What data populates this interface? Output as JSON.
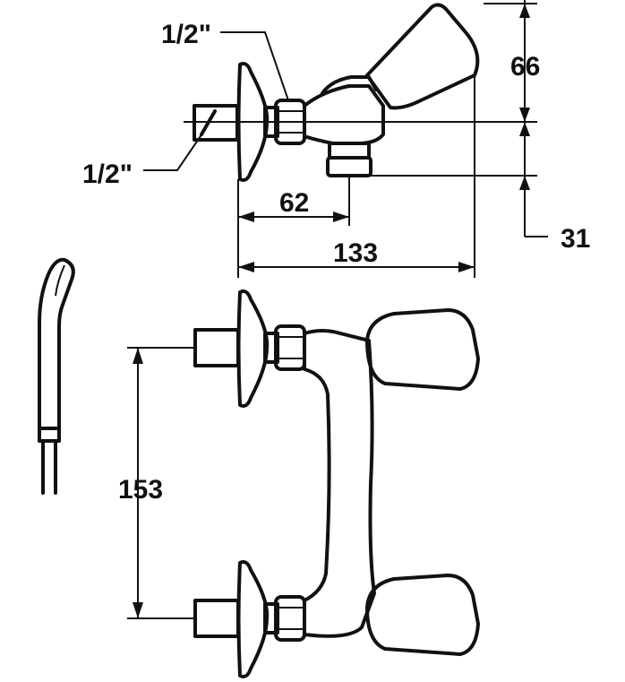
{
  "dimensions": {
    "thread_top": "1/2\"",
    "thread_side": "1/2\"",
    "height_upper": "66",
    "height_lower": "31",
    "outlet_offset": "62",
    "total_depth": "133",
    "center_distance": "153"
  },
  "colors": {
    "ink": "#111111",
    "background": "#ffffff"
  }
}
